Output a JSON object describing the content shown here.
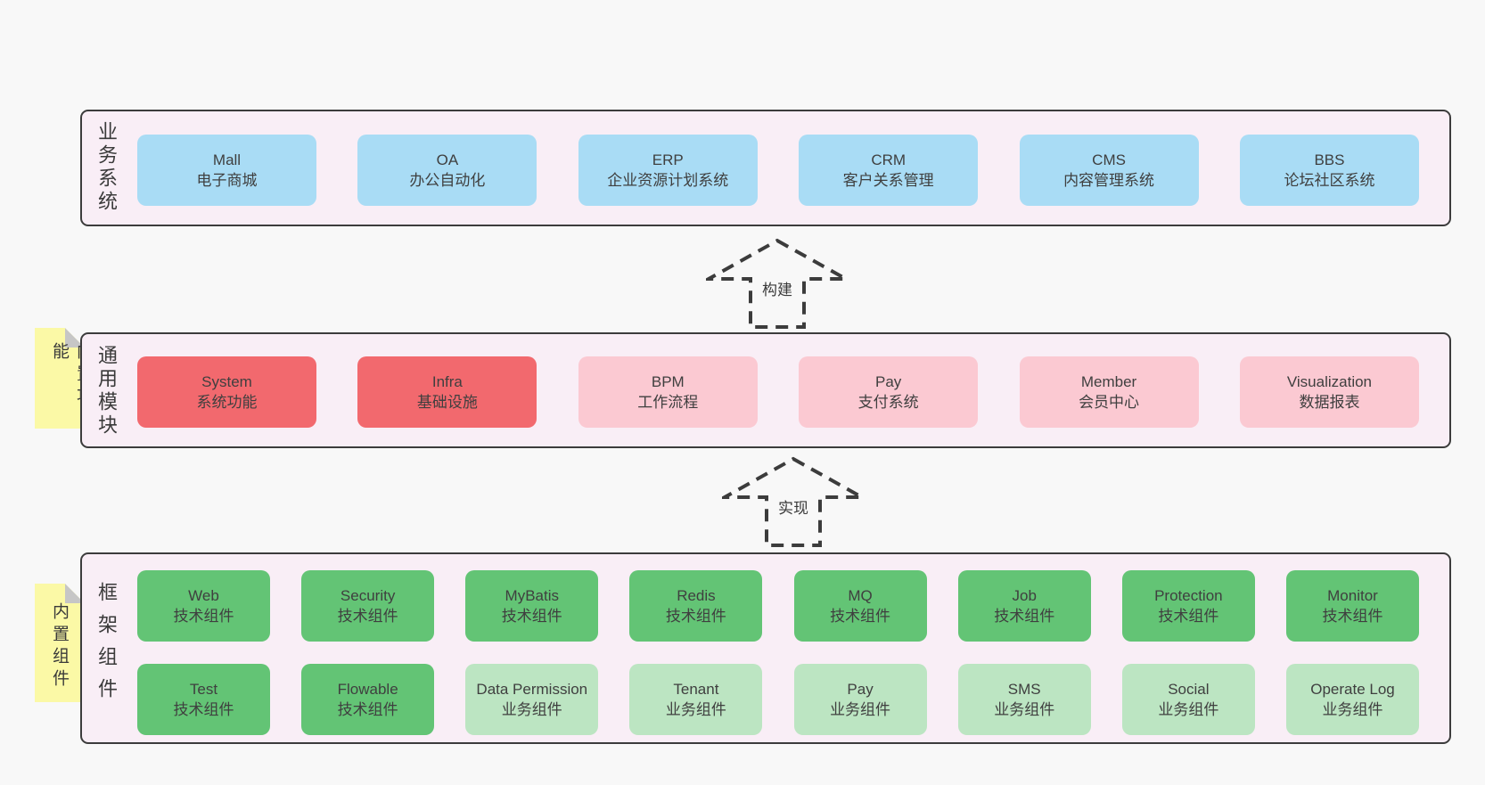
{
  "colors": {
    "page_bg": "#f8f8f8",
    "panel_bg": "#f9eef6",
    "panel_border": "#3c3c3c",
    "box_blue": "#a9dcf5",
    "box_red": "#f2696e",
    "box_pink": "#fbc9d2",
    "box_green": "#63c475",
    "box_green_light": "#bce5c2",
    "sticky_note_yellow": "#fbf9a6",
    "sticky_note_fold_gray": "#c6c6c6",
    "text": "#3f3f3f"
  },
  "sections": {
    "business": {
      "label": "业务系统",
      "boxes": [
        {
          "title": "Mall",
          "subtitle": "电子商城",
          "variant": "blue"
        },
        {
          "title": "OA",
          "subtitle": "办公自动化",
          "variant": "blue"
        },
        {
          "title": "ERP",
          "subtitle": "企业资源计划系统",
          "variant": "blue"
        },
        {
          "title": "CRM",
          "subtitle": "客户关系管理",
          "variant": "blue"
        },
        {
          "title": "CMS",
          "subtitle": "内容管理系统",
          "variant": "blue"
        },
        {
          "title": "BBS",
          "subtitle": "论坛社区系统",
          "variant": "blue"
        }
      ]
    },
    "arrow_build": {
      "label": "构建"
    },
    "modules": {
      "label": "通用模块",
      "note": "内置功能",
      "boxes": [
        {
          "title": "System",
          "subtitle": "系统功能",
          "variant": "red"
        },
        {
          "title": "Infra",
          "subtitle": "基础设施",
          "variant": "red"
        },
        {
          "title": "BPM",
          "subtitle": "工作流程",
          "variant": "pink"
        },
        {
          "title": "Pay",
          "subtitle": "支付系统",
          "variant": "pink"
        },
        {
          "title": "Member",
          "subtitle": "会员中心",
          "variant": "pink"
        },
        {
          "title": "Visualization",
          "subtitle": "数据报表",
          "variant": "pink"
        }
      ]
    },
    "arrow_implement": {
      "label": "实现"
    },
    "framework": {
      "label": "框架组件",
      "note": "内置组件",
      "row_one": [
        {
          "title": "Web",
          "subtitle": "技术组件",
          "variant": "green"
        },
        {
          "title": "Security",
          "subtitle": "技术组件",
          "variant": "green"
        },
        {
          "title": "MyBatis",
          "subtitle": "技术组件",
          "variant": "green"
        },
        {
          "title": "Redis",
          "subtitle": "技术组件",
          "variant": "green"
        },
        {
          "title": "MQ",
          "subtitle": "技术组件",
          "variant": "green"
        },
        {
          "title": "Job",
          "subtitle": "技术组件",
          "variant": "green"
        },
        {
          "title": "Protection",
          "subtitle": "技术组件",
          "variant": "green"
        },
        {
          "title": "Monitor",
          "subtitle": "技术组件",
          "variant": "green"
        }
      ],
      "row_two": [
        {
          "title": "Test",
          "subtitle": "技术组件",
          "variant": "green"
        },
        {
          "title": "Flowable",
          "subtitle": "技术组件",
          "variant": "green"
        },
        {
          "title": "Data Permission",
          "subtitle": "业务组件",
          "variant": "green-light"
        },
        {
          "title": "Tenant",
          "subtitle": "业务组件",
          "variant": "green-light"
        },
        {
          "title": "Pay",
          "subtitle": "业务组件",
          "variant": "green-light"
        },
        {
          "title": "SMS",
          "subtitle": "业务组件",
          "variant": "green-light"
        },
        {
          "title": "Social",
          "subtitle": "业务组件",
          "variant": "green-light"
        },
        {
          "title": "Operate Log",
          "subtitle": "业务组件",
          "variant": "green-light"
        }
      ]
    }
  }
}
